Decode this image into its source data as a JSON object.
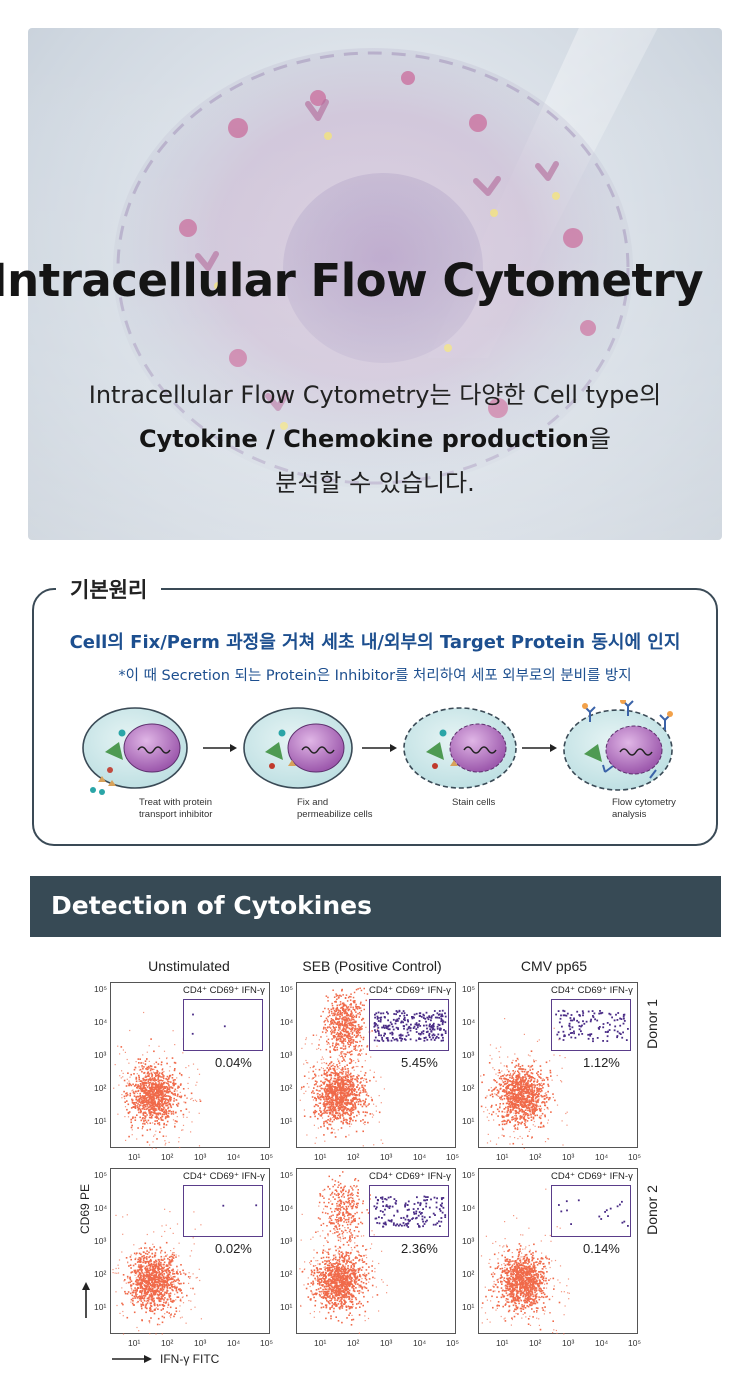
{
  "hero": {
    "title": "Intracellular Flow Cytometry",
    "desc_line1": "Intracellular Flow Cytometry는 다양한 Cell type의",
    "desc_line2_bold": "Cytokine / Chemokine production",
    "desc_line2_tail": "을",
    "desc_line3": "분석할 수 있습니다."
  },
  "principle": {
    "label": "기본원리",
    "main": "Cell의 Fix/Perm 과정을 거쳐 세초 내/외부의 Target Protein 동시에 인지",
    "sub": "*이 때 Secretion 되는 Protein은 Inhibitor를 처리하여 세포 외부로의 분비를 방지",
    "steps": [
      {
        "line1": "Treat with protein",
        "line2": "transport inhibitor"
      },
      {
        "line1": "Fix and",
        "line2": "permeabilize cells"
      },
      {
        "line1": "Stain cells",
        "line2": ""
      },
      {
        "line1": "Flow cytometry",
        "line2": "analysis"
      }
    ]
  },
  "detection": {
    "title": "Detection of Cytokines",
    "columns": [
      "Unstimulated",
      "SEB (Positive Control)",
      "CMV pp65"
    ],
    "rows": [
      "Donor 1",
      "Donor 2"
    ],
    "gate_label": "CD4⁺ CD69⁺ IFN-γ",
    "percentages": [
      [
        "0.04%",
        "5.45%",
        "1.12%"
      ],
      [
        "0.02%",
        "2.36%",
        "0.14%"
      ]
    ],
    "ticks": [
      "10¹",
      "10²",
      "10³",
      "10⁴",
      "10⁵"
    ],
    "y_axis_label": "CD69 PE",
    "x_axis_label": "IFN-γ FITC",
    "colors": {
      "population": "#f06a4a",
      "gated": "#4a2c86",
      "gate": "#5a3d8a",
      "bar": "#374a55",
      "accent_text": "#1d4f8f"
    }
  }
}
